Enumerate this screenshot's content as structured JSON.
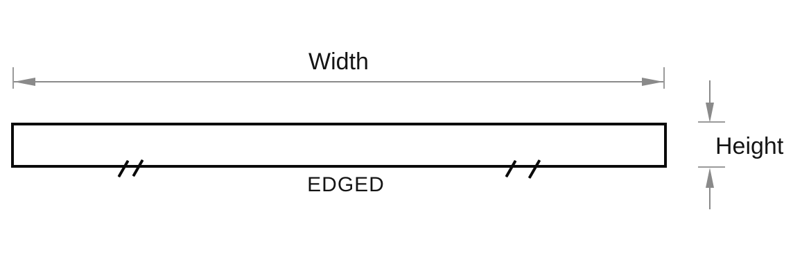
{
  "diagram": {
    "labels": {
      "width": "Width",
      "height": "Height",
      "board": "EDGED"
    },
    "colors": {
      "background": "#ffffff",
      "board_outline": "#0a0a0a",
      "dimension_lines": "#8a8a8a",
      "text": "#141414"
    }
  }
}
